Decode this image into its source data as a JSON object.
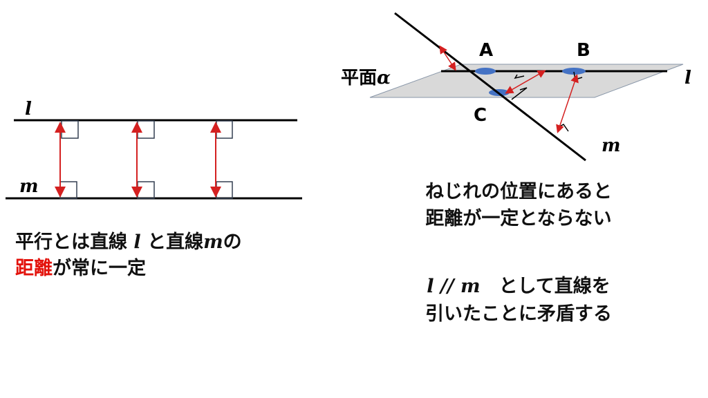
{
  "left_diagram": {
    "line_l_label": "l",
    "line_m_label": "m"
  },
  "right_diagram": {
    "plane_label": "平面",
    "plane_symbol": "α",
    "point_a": "A",
    "point_b": "B",
    "point_c": "C",
    "line_l_label": "l",
    "line_m_label": "m"
  },
  "left_text": {
    "line1_a": "平行とは直線 ",
    "l": "l",
    "line1_b": " と直線",
    "m": "m",
    "line1_c": "の",
    "line2_red": "距離",
    "line2_rest": "が常に一定"
  },
  "right_text": {
    "line1": "ねじれの位置にあると",
    "line2": "距離が一定とならない",
    "line3_math": "l // m",
    "line3_rest": "　として直線を",
    "line4": "引いたことに矛盾する"
  },
  "colors": {
    "accent_red": "#e3120b",
    "plane_gray": "#d9d9d9",
    "point_blue": "#4472c4"
  }
}
